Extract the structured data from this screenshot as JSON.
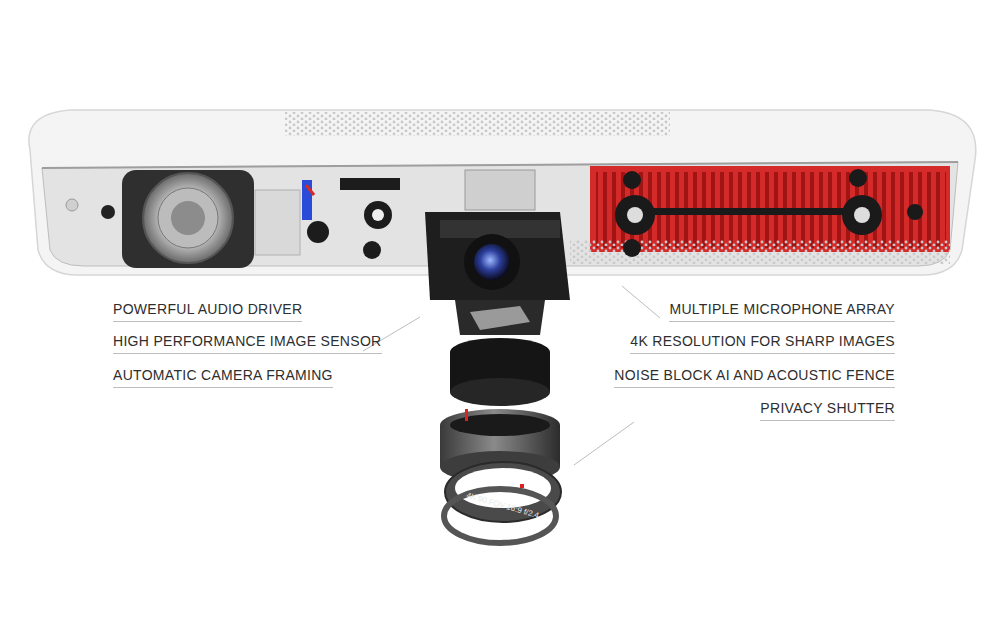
{
  "diagram": {
    "labels": [
      "POWERFUL AUDIO DRIVER",
      "HIGH PERFORMANCE IMAGE SENSOR",
      "AUTOMATIC CAMERA FRAMING",
      "MULTIPLE MICROPHONE ARRAY",
      "4K RESOLUTION FOR SHARP IMAGES",
      "NOISE BLOCK AI AND ACOUSTIC FENCE",
      "PRIVACY SHUTTER",
      "4K 90 FOV 16:9 f/2.4"
    ]
  }
}
